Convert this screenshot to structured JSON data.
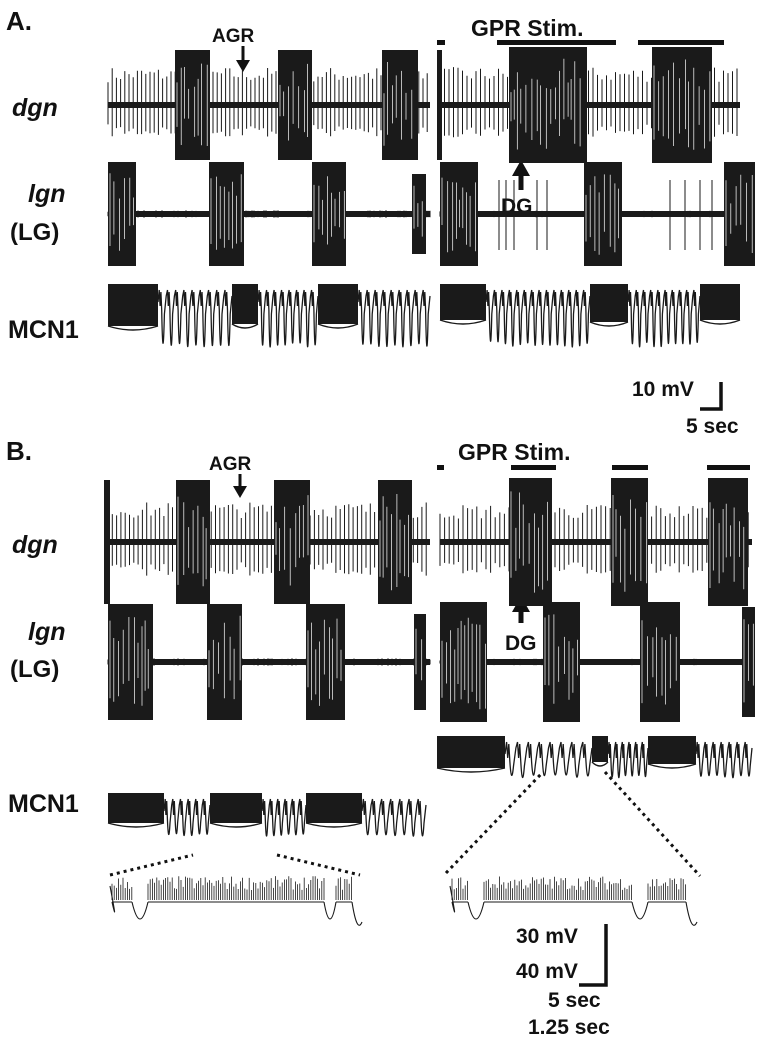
{
  "panels": {
    "a": {
      "label": "A.",
      "rows": {
        "dgn": "dgn",
        "lgn": "lgn",
        "lgn_sub": "(LG)",
        "mcn1": "MCN1"
      },
      "annotations": {
        "agr": "AGR",
        "gpr": "GPR Stim.",
        "dg": "DG"
      },
      "scale": {
        "v": "10 mV",
        "t": "5 sec"
      }
    },
    "b": {
      "label": "B.",
      "rows": {
        "dgn": "dgn",
        "lgn": "lgn",
        "lgn_sub": "(LG)",
        "mcn1": "MCN1"
      },
      "annotations": {
        "agr": "AGR",
        "gpr": "GPR Stim.",
        "dg": "DG"
      },
      "scale": {
        "v1": "30 mV",
        "v2": "40 mV",
        "t1": "5 sec",
        "t2": "1.25 sec"
      }
    }
  },
  "colors": {
    "trace": "#1a1a1a",
    "background": "#ffffff"
  }
}
